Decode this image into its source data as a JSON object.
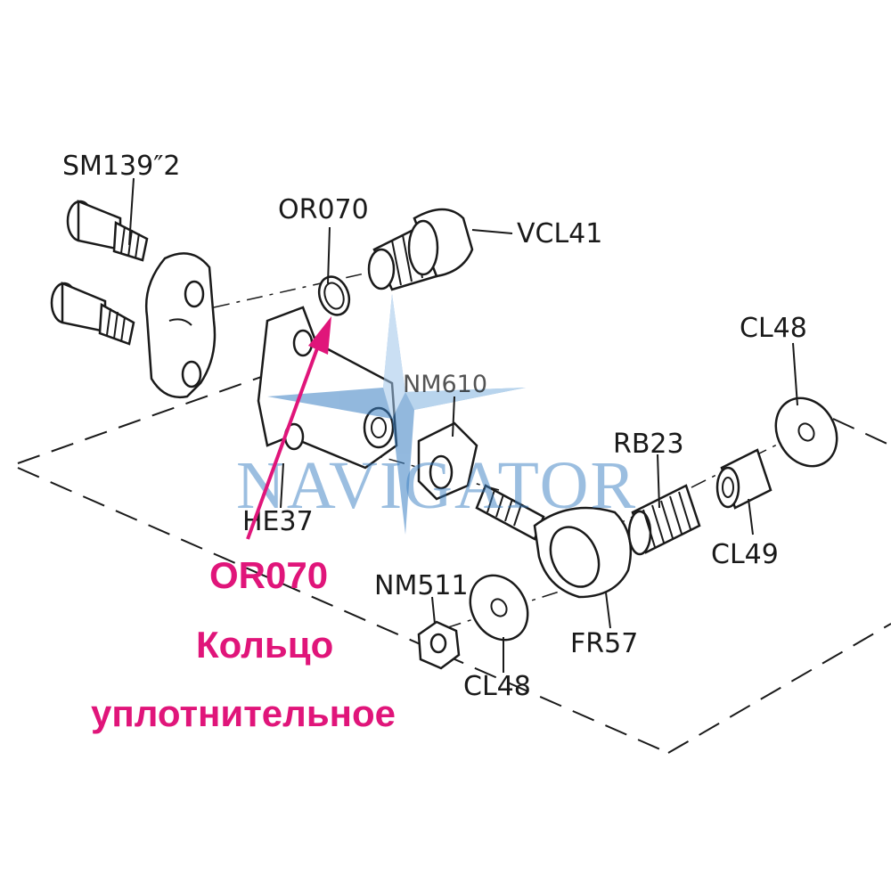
{
  "parts": {
    "sm139": "SM139″2",
    "or070": "OR070",
    "vcl41": "VCL41",
    "cl48_top": "CL48",
    "nm610": "NM610",
    "rb23": "RB23",
    "he37": "HE37",
    "cl49": "CL49",
    "nm511": "NM511",
    "fr57": "FR57",
    "cl48_bottom": "CL48"
  },
  "callout": {
    "code": "OR070",
    "line1": "Кольцо",
    "line2": "уплотнительное"
  },
  "watermark": {
    "text": "NAVIGATOR"
  },
  "colors": {
    "callout": "#e0157a",
    "line": "#1a1a1a",
    "watermark_blue": "#3a7fc2",
    "watermark_green": "#4caf50"
  },
  "icons": {
    "watermark_logo": "compass-star-icon"
  }
}
